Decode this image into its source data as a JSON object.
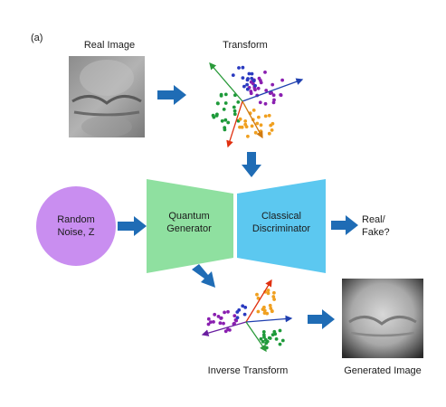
{
  "panel_label": "(a)",
  "labels": {
    "real_image": "Real Image",
    "transform": "Transform",
    "random_noise_line1": "Random",
    "random_noise_line2": "Noise, Z",
    "quantum_line1": "Quantum",
    "quantum_line2": "Generator",
    "classical_line1": "Classical",
    "classical_line2": "Discriminator",
    "real_fake_line1": "Real/",
    "real_fake_line2": "Fake?",
    "inverse_transform": "Inverse Transform",
    "generated_image": "Generated Image"
  },
  "colors": {
    "generator_fill": "#8fe0a0",
    "discriminator_fill": "#5cc8f0",
    "noise_fill": "#c98ef0",
    "arrow": "#1f6cb5",
    "cluster_purple": "#8a1fb0",
    "cluster_green": "#1e9a3a",
    "cluster_orange": "#f0a020",
    "cluster_blue": "#2a3ac0",
    "axis_red": "#e03010",
    "axis_green": "#2a9a3a",
    "axis_purple": "#6a1fa0",
    "axis_blue": "#2040b0"
  }
}
